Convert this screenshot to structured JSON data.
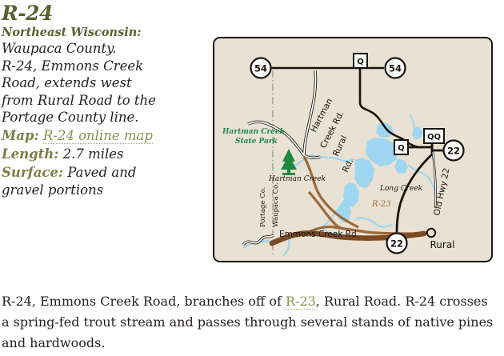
{
  "route": {
    "title": "R-24",
    "region": "Northeast Wisconsin:",
    "description_lines": [
      "Waupaca County.",
      "R-24, Emmons Creek",
      "Road, extends west",
      "from Rural Road to the",
      "Portage County line."
    ],
    "facts": [
      {
        "key": "Map:",
        "value": "R-24 online map",
        "is_link": true
      },
      {
        "key": "Length:",
        "value": "2.7 miles",
        "is_link": false
      },
      {
        "key": "Surface:",
        "value": "Paved and",
        "is_link": false
      }
    ],
    "surface_continuation": "gravel portions"
  },
  "note": {
    "part1": "R-24, Emmons Creek Road, branches off of ",
    "link": "R-23",
    "part2": ", Rural Road. R-24 crosses a spring-fed trout stream and passes through several stands of native pines and hardwoods."
  },
  "map": {
    "background_color": "#e9e1d3",
    "border_color": "#1a1a18",
    "water_color": "#9ed6ef",
    "route_color": "#7a4a22",
    "secondary_route_color": "#9c6a3c",
    "park_text_color": "#1e8b4f",
    "shields": [
      {
        "label": "54",
        "shape": "circle"
      },
      {
        "label": "54",
        "shape": "circle"
      },
      {
        "label": "22",
        "shape": "circle"
      },
      {
        "label": "22",
        "shape": "circle"
      }
    ],
    "county_markers": [
      {
        "label": "Q",
        "shape": "square"
      },
      {
        "label": "Q",
        "shape": "square"
      },
      {
        "label": "QQ",
        "shape": "square"
      }
    ],
    "labels": {
      "park": [
        "Hartman Creek",
        "State Park"
      ],
      "creek": "Hartman Creek",
      "long_creek": "Long Creek",
      "hartman_creek_rd": [
        "Hartman",
        "Creek Rd."
      ],
      "rural_rd": [
        "Rural",
        "Rd."
      ],
      "old_hwy_22": "Old Hwy 22",
      "emmons_creek_rd": "Emmons Creek Rd.",
      "r23": "R-23",
      "town": "Rural",
      "county_left": "Portage Co.",
      "county_right": "Waupaca Co."
    }
  }
}
